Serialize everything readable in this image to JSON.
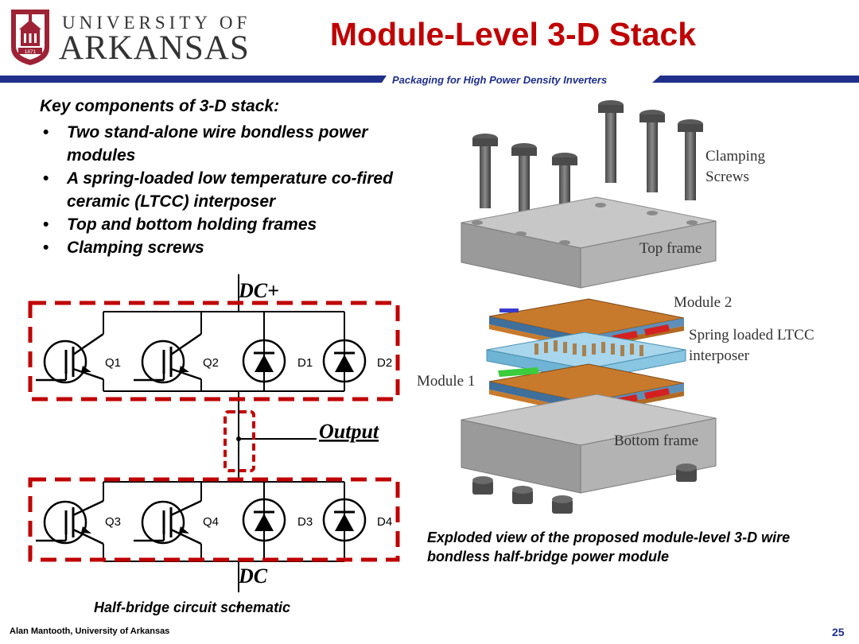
{
  "header": {
    "logo_line1": "UNIVERSITY OF",
    "logo_line2": "ARKANSAS",
    "logo_year": "1871",
    "title": "Module-Level 3-D Stack",
    "subtitle": "Packaging for High Power Density Inverters",
    "colors": {
      "title": "#c00000",
      "banner": "#1f2f8a"
    }
  },
  "content": {
    "heading": "Key components of 3-D stack:",
    "bullets": [
      "Two stand-alone wire bondless power modules",
      "A spring-loaded low temperature co-fired ceramic (LTCC) interposer",
      "Top and bottom holding frames",
      "Clamping screws"
    ]
  },
  "schematic": {
    "dc_plus": "DC+",
    "dc_minus": "DC",
    "output": "Output",
    "upper_labels": [
      "Q1",
      "Q2",
      "D1",
      "D2"
    ],
    "lower_labels": [
      "Q3",
      "Q4",
      "D3",
      "D4"
    ],
    "caption": "Half-bridge circuit schematic",
    "colors": {
      "dashed_box": "#c00000"
    }
  },
  "exploded_view": {
    "labels": {
      "clamping_line1": "Clamping",
      "clamping_line2": "Screws",
      "top_frame": "Top frame",
      "module2": "Module 2",
      "interposer_line1": "Spring loaded LTCC",
      "interposer_line2": "interposer",
      "module1": "Module 1",
      "bottom_frame": "Bottom frame"
    },
    "caption": "Exploded view of the proposed module-level 3-D wire bondless half-bridge power module",
    "colors": {
      "substrate": "#c87a2c",
      "interposer": "#7fc3e0",
      "frame": "#a3a3a3",
      "pad": "#d42020"
    }
  },
  "footer": {
    "author": "Alan Mantooth, University of Arkansas",
    "page": "25"
  }
}
